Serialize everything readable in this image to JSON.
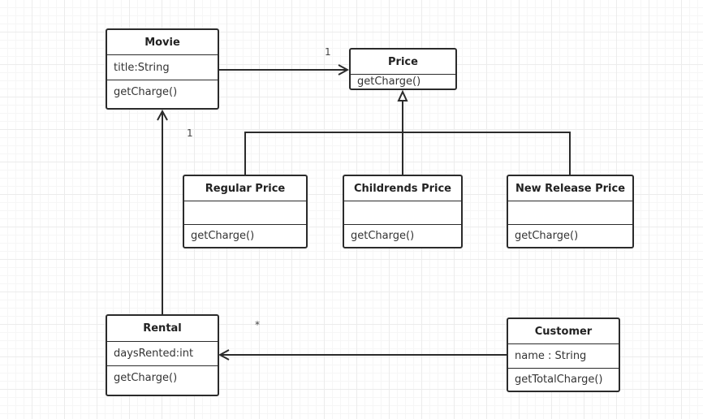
{
  "classes": {
    "movie": {
      "name": "Movie",
      "attributes": "title:String",
      "operations": "getCharge()"
    },
    "price": {
      "name": "Price",
      "operations": "getCharge()"
    },
    "regular": {
      "name": "Regular Price",
      "attributes": "",
      "operations": "getCharge()"
    },
    "childrens": {
      "name": "Childrends Price",
      "attributes": "",
      "operations": "getCharge()"
    },
    "newrelease": {
      "name": "New Release Price",
      "attributes": "",
      "operations": "getCharge()"
    },
    "rental": {
      "name": "Rental",
      "attributes": "daysRented:int",
      "operations": "getCharge()"
    },
    "customer": {
      "name": "Customer",
      "attributes": "name : String",
      "operations": "getTotalCharge()"
    }
  },
  "multiplicities": {
    "movie_price": "1",
    "rental_movie": "1",
    "customer_rental": "*"
  }
}
